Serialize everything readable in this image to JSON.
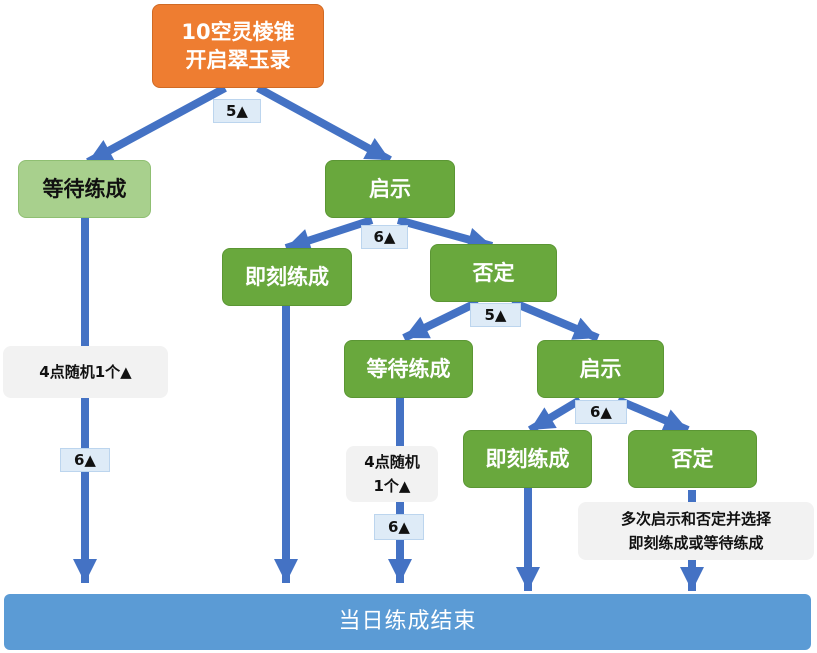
{
  "colors": {
    "start": "#ee7d31",
    "node": "#69a83d",
    "node_light": "#a8d08d",
    "end": "#5b9bd5",
    "arrow": "#4472c4",
    "badge_bg": "#deebf7",
    "note_bg": "#f2f2f2"
  },
  "nodes": {
    "start": "10空灵棱锥\n开启翠玉录",
    "wait_1": "等待练成",
    "reveal_1": "启示",
    "immediate_1": "即刻练成",
    "deny_1": "否定",
    "wait_2": "等待练成",
    "reveal_2": "启示",
    "immediate_2": "即刻练成",
    "deny_2": "否定",
    "end": "当日练成结束"
  },
  "badges": {
    "cost_start": "5▲",
    "cost_reveal_1": "6▲",
    "cost_deny_1": "5▲",
    "cost_reveal_2": "6▲",
    "cost_wait_1": "6▲",
    "cost_wait_2": "6▲"
  },
  "notes": {
    "random_1": "4点随机1个▲",
    "random_2": "4点随机\n1个▲",
    "repeat": "多次启示和否定并选择\n即刻练成或等待练成"
  }
}
